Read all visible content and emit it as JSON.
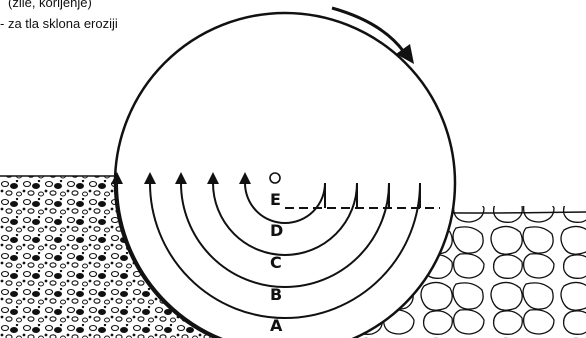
{
  "caption": {
    "line1": "(zile, korijenje)",
    "line2": "- za tla sklona eroziji"
  },
  "diagram": {
    "layers": [
      "A",
      "B",
      "C",
      "D",
      "E"
    ],
    "center_marker": "O",
    "rotation_arrow_direction": "clockwise",
    "colors": {
      "ink": "#111111",
      "background": "#ffffff"
    }
  }
}
